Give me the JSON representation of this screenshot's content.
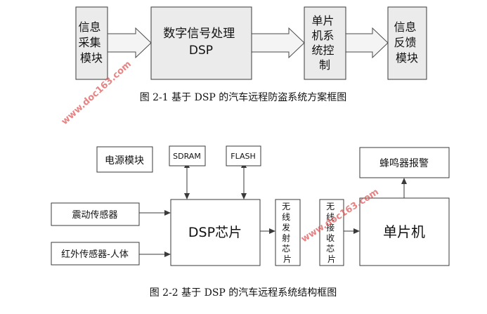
{
  "figure1": {
    "input_module": [
      "信息",
      "采集",
      "模块"
    ],
    "dsp_block": [
      "数字信号处理",
      "DSP"
    ],
    "mcu_block": [
      "单片",
      "机系",
      "统控",
      "制"
    ],
    "feedback_module": [
      "信息",
      "反馈",
      "模块"
    ],
    "caption": "图 2-1  基于 DSP 的汽车远程防盗系统方案框图"
  },
  "figure2": {
    "power_module": "电源模块",
    "sdram": "SDRAM",
    "flash": "FLASH",
    "buzzer": "蜂鸣器报警",
    "vibration_sensor": "震动传感器",
    "infrared_sensor": "红外传感器-人体",
    "dsp_chip": "DSP芯片",
    "tx_chip": [
      "无",
      "线",
      "发",
      "射",
      "芯",
      "片"
    ],
    "rx_chip": [
      "无",
      "线",
      "接",
      "收",
      "芯",
      "片"
    ],
    "mcu": "单片机",
    "caption": "图 2-2  基于 DSP 的汽车远程系统结构框图"
  },
  "watermarks": [
    "www.doc163.com",
    "www.doc163.com"
  ],
  "colors": {
    "watermark": "#e05a5a",
    "box_fill": "#ebebeb",
    "stroke": "#3a3a3a"
  }
}
